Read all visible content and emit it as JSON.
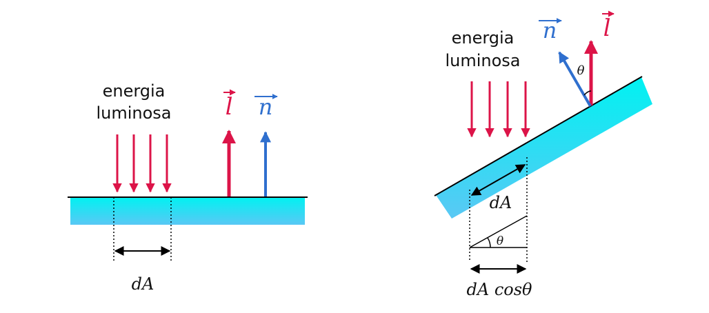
{
  "left_panel": {
    "energy_label_line1": "energia",
    "energy_label_line2": "luminosa",
    "vector_l": "l",
    "vector_n": "n",
    "area_label": "dA"
  },
  "right_panel": {
    "energy_label_line1": "energia",
    "energy_label_line2": "luminosa",
    "vector_l": "l",
    "vector_n": "n",
    "angle_top": "θ",
    "area_label": "dA",
    "angle_bottom": "θ",
    "projected_label": "dA cosθ"
  },
  "colors": {
    "light_arrows": "#dc1448",
    "normal_arrow": "#2f6fce",
    "slab_top": "#00f0f0",
    "slab_bottom": "#55ccf2"
  }
}
